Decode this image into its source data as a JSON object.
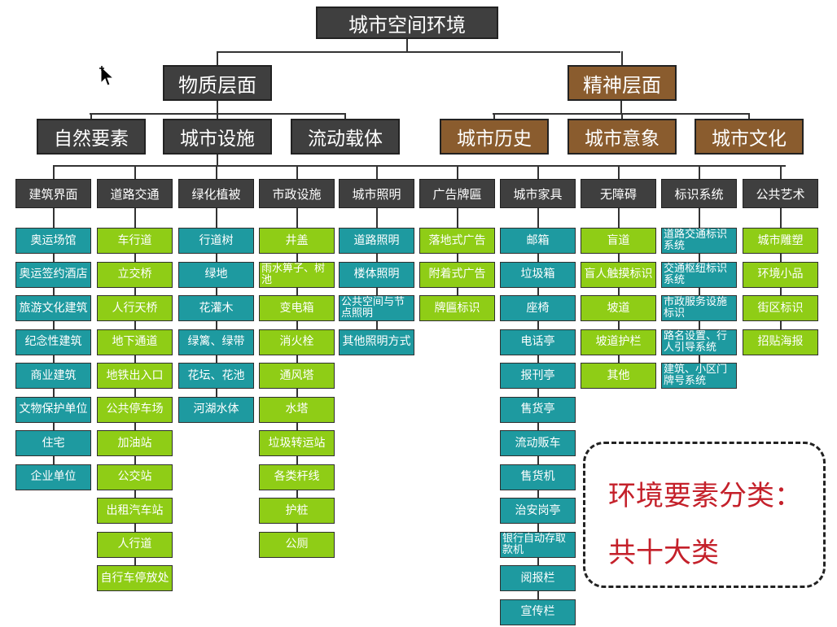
{
  "root": "城市空间环境",
  "level1": [
    {
      "label": "物质层面",
      "color": "#3f3f3f"
    },
    {
      "label": "精神层面",
      "color": "#8a5c2e"
    }
  ],
  "level2": [
    {
      "label": "自然要素",
      "color": "#3f3f3f"
    },
    {
      "label": "城市设施",
      "color": "#3f3f3f"
    },
    {
      "label": "流动载体",
      "color": "#3f3f3f"
    },
    {
      "label": "城市历史",
      "color": "#8a5c2e"
    },
    {
      "label": "城市意象",
      "color": "#8a5c2e"
    },
    {
      "label": "城市文化",
      "color": "#8a5c2e"
    }
  ],
  "categories": [
    {
      "label": "建筑界面",
      "items": [
        "奥运场馆",
        "奥运签约酒店",
        "旅游文化建筑",
        "纪念性建筑",
        "商业建筑",
        "文物保护单位",
        "住宅",
        "企业单位"
      ],
      "color": "#1e9aa0"
    },
    {
      "label": "道路交通",
      "items": [
        "车行道",
        "立交桥",
        "人行天桥",
        "地下通道",
        "地铁出入口",
        "公共停车场",
        "加油站",
        "公交站",
        "出租汽车站",
        "人行道",
        "自行车停放处"
      ],
      "color": "#8fcd16"
    },
    {
      "label": "绿化植被",
      "items": [
        "行道树",
        "绿地",
        "花灌木",
        "绿篱、绿带",
        "花坛、花池",
        "河湖水体"
      ],
      "color": "#1e9aa0"
    },
    {
      "label": "市政设施",
      "items": [
        "井盖",
        "雨水箅子、树池",
        "变电箱",
        "消火栓",
        "通风塔",
        "水塔",
        "垃圾转运站",
        "各类杆线",
        "护桩",
        "公厕"
      ],
      "color": "#8fcd16"
    },
    {
      "label": "城市照明",
      "items": [
        "道路照明",
        "楼体照明",
        "公共空间与节点照明",
        "其他照明方式"
      ],
      "color": "#1e9aa0"
    },
    {
      "label": "广告牌匾",
      "items": [
        "落地式广告",
        "附着式广告",
        "牌匾标识"
      ],
      "color": "#8fcd16"
    },
    {
      "label": "城市家具",
      "items": [
        "邮箱",
        "垃圾箱",
        "座椅",
        "电话亭",
        "报刊亭",
        "售货亭",
        "流动贩车",
        "售货机",
        "治安岗亭",
        "银行自动存取款机",
        "阅报栏",
        "宣传栏"
      ],
      "color": "#1e9aa0"
    },
    {
      "label": "无障碍",
      "items": [
        "盲道",
        "盲人触摸标识",
        "坡道",
        "坡道护栏",
        "其他"
      ],
      "color": "#8fcd16"
    },
    {
      "label": "标识系统",
      "items": [
        "道路交通标识系统",
        "交通枢纽标识系统",
        "市政服务设施标识",
        "路名设置、行人引导系统",
        "建筑、小区门牌号系统"
      ],
      "color": "#1e9aa0"
    },
    {
      "label": "公共艺术",
      "items": [
        "城市雕塑",
        "环境小品",
        "街区标识",
        "招贴海报"
      ],
      "color": "#8fcd16"
    }
  ],
  "note": {
    "line1": "环境要素分类：",
    "line2": "共十大类",
    "color": "#c4202a"
  }
}
